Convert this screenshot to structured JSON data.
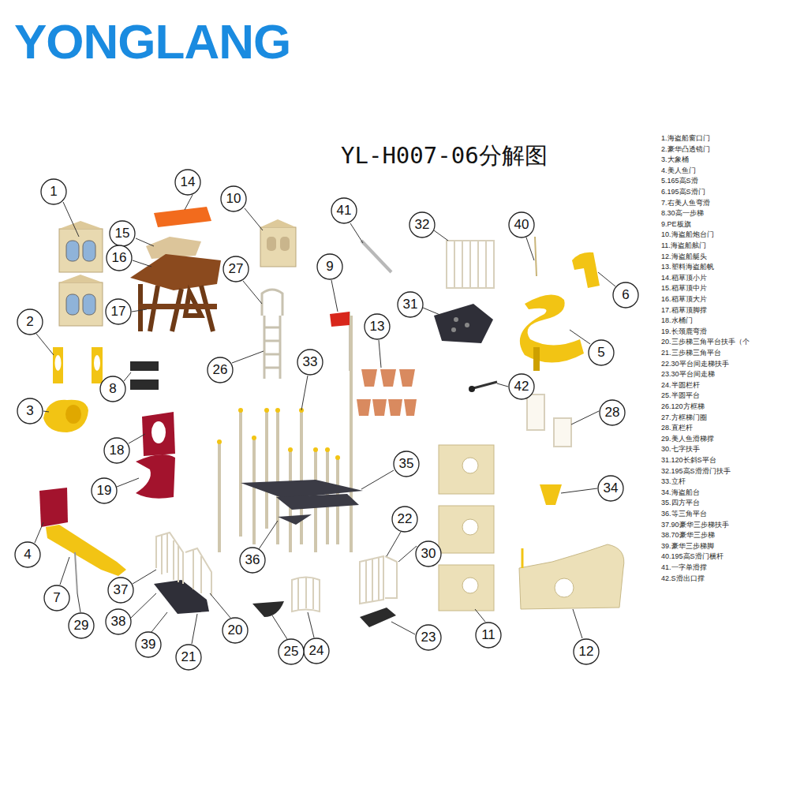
{
  "diagram": {
    "title": "YL-H007-06分解图",
    "labels": [
      "YONGLANG",
      "1",
      "2",
      "3",
      "4",
      "5",
      "6",
      "7",
      "8",
      "9",
      "10",
      "11",
      "12",
      "13",
      "14",
      "15",
      "16",
      "17",
      "18",
      "19",
      "20",
      "21",
      "22",
      "23",
      "24",
      "25",
      "26",
      "27",
      "28",
      "29",
      "30",
      "31",
      "32",
      "33",
      "34",
      "35",
      "36",
      "37",
      "38",
      "39",
      "40",
      "41",
      "42",
      "1.海盗船窗口门",
      "2.豪华凸透镜门",
      "3.大象桶",
      "4.美人鱼门",
      "5.165高S滑",
      "6.195高S滑门",
      "7.右美人鱼弯滑",
      "8.30高一步梯",
      "9.PE板旗",
      "10.海盗船炮台门",
      "11.海盗船舷门",
      "12.海盗船艇头",
      "13.塑料海盗船帆",
      "14.稻草顶小片",
      "15.稻草顶中片",
      "16.稻草顶大片",
      "17.稻草顶脚撑",
      "18.水桶门",
      "19.长颈鹿弯滑",
      "20.三步梯三角平台扶手（个",
      "21.三步梯三角平台",
      "22.30平台间走梯扶手",
      "23.30平台间走梯",
      "24.半圆栏杆",
      "25.半圆平台",
      "26.120方框梯",
      "27.方框梯门圈",
      "28.直栏杆",
      "29.美人鱼滑梯撑",
      "30.七字扶手",
      "31.120长斜S平台",
      "32.195高S滑滑门扶手",
      "33.立杆",
      "34.海盗船台",
      "35.四方平台",
      "36.等三角平台",
      "37.90豪华三步梯扶手",
      "38.70豪华三步梯",
      "39.豪华三步梯脚",
      "40.195高S滑门横杆",
      "41.一字单滑撑",
      "42.S滑出口撑"
    ]
  }
}
